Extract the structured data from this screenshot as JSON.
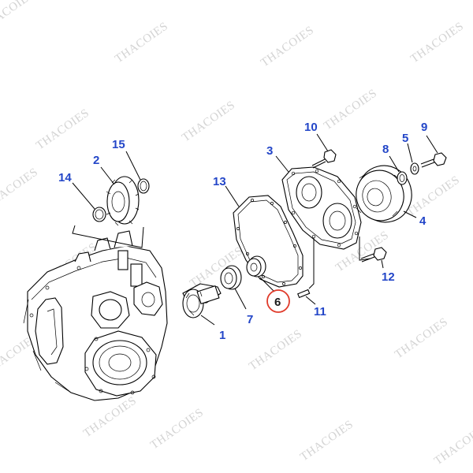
{
  "diagram": {
    "watermark": "THACOIES",
    "highlight_color": "#e03a2a",
    "label_color": "#2346c8",
    "highlighted_part": "6",
    "labels": [
      "1",
      "2",
      "3",
      "4",
      "5",
      "6",
      "7",
      "8",
      "9",
      "10",
      "11",
      "12",
      "13",
      "14",
      "15"
    ]
  }
}
